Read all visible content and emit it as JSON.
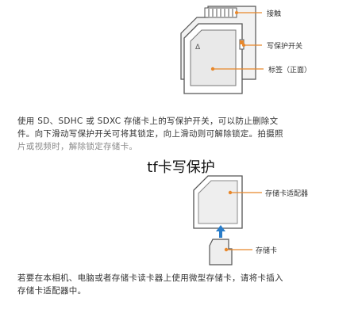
{
  "diagram_top": {
    "labels": {
      "contacts": "接触",
      "write_protect": "写保护开关",
      "label_front": "标签（正面）"
    }
  },
  "paragraph_1": {
    "line_1": "使用 SD、SDHC 或 SDXC 存储卡上的写保护开关，可以防止删除文",
    "line_2": "件。向下滑动写保护开关可将其锁定，向上滑动则可解除锁定。拍摄照",
    "line_3": "片或视频时，解除锁定存储卡。"
  },
  "overlay": {
    "title": "tf卡写保护"
  },
  "diagram_bottom": {
    "labels": {
      "adapter": "存储卡适配器",
      "card": "存储卡"
    }
  },
  "paragraph_2": {
    "line_1": "若要在本相机、电脑或者存储卡读卡器上使用微型存储卡，请将卡插入",
    "line_2": "存储卡适配器中。"
  },
  "colors": {
    "accent_orange": "#e8872a",
    "card_outline": "#555555",
    "card_shade": "#e6e6e6"
  }
}
